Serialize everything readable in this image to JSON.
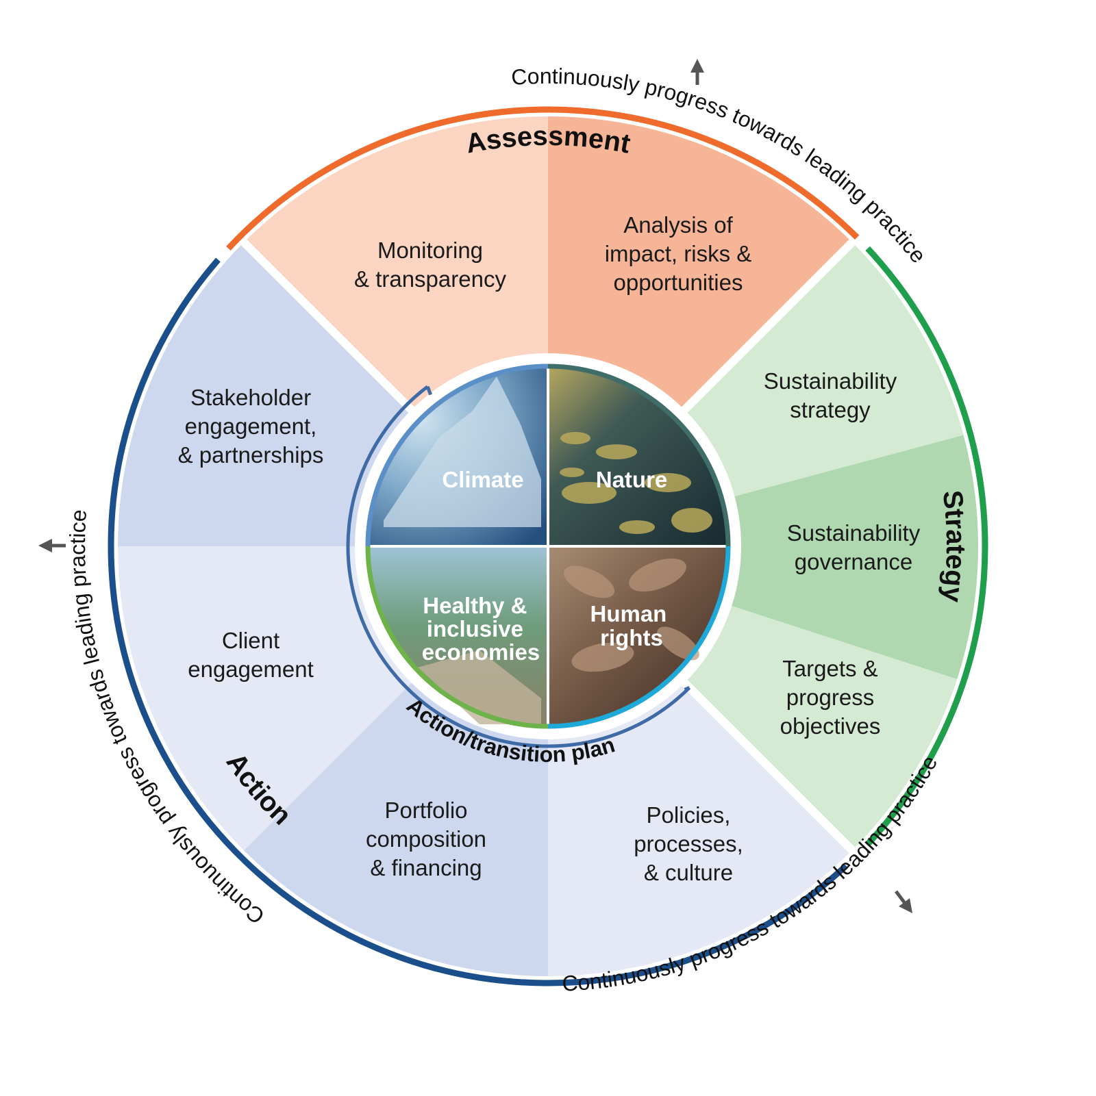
{
  "loop_text": "Continuously progress towards leading practice",
  "sections": {
    "assessment": "Assessment",
    "strategy": "Strategy",
    "action": "Action"
  },
  "segments": {
    "monitoring": [
      "Monitoring",
      "& transparency"
    ],
    "analysis": [
      "Analysis of",
      "impact, risks &",
      "opportunities"
    ],
    "sustainability_strategy": [
      "Sustainability",
      "strategy"
    ],
    "sustainability_governance": [
      "Sustainability",
      "governance"
    ],
    "targets": [
      "Targets &",
      "progress",
      "objectives"
    ],
    "policies": [
      "Policies,",
      "processes,",
      "& culture"
    ],
    "portfolio": [
      "Portfolio",
      "composition",
      "& financing"
    ],
    "client": [
      "Client",
      "engagement"
    ],
    "stakeholder": [
      "Stakeholder",
      "engagement,",
      "& partnerships"
    ]
  },
  "center": {
    "climate": [
      "Climate"
    ],
    "nature": [
      "Nature"
    ],
    "economies": [
      "Healthy &",
      "inclusive",
      "economies"
    ],
    "human_rights": [
      "Human",
      "rights"
    ]
  },
  "inner_ring_label": "Action/transition plan",
  "colors": {
    "assessment_light": "#fbd5c2",
    "assessment_mid": "#f7b597",
    "assessment_arc": "#ee6b2c",
    "strategy_light": "#d4ead3",
    "strategy_mid": "#afd8b0",
    "strategy_arc": "#1f9e4c",
    "action_light": "#e5e9f5",
    "action_mid": "#cdd8ee",
    "action_arc": "#1b4f8c",
    "inner_arc": "#3e6ba6"
  }
}
